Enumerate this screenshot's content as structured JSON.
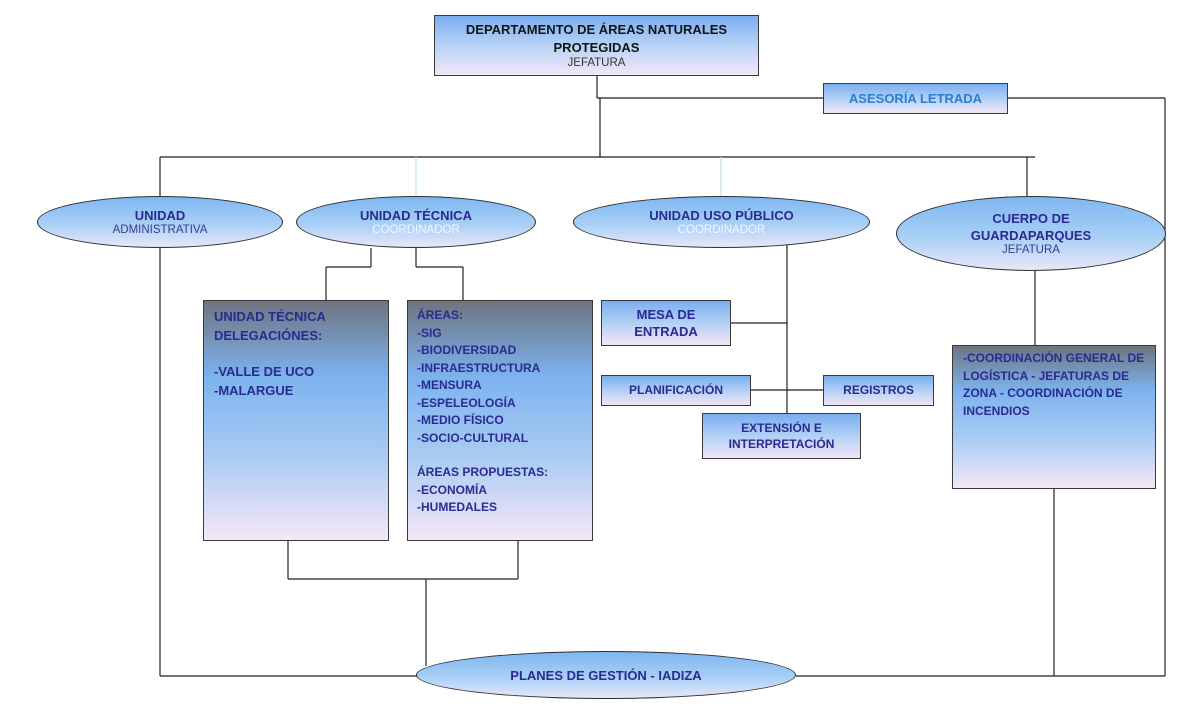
{
  "top": {
    "title_line1": "DEPARTAMENTO DE ÁREAS NATURALES",
    "title_line2": "PROTEGIDAS",
    "subtitle": "JEFATURA"
  },
  "asesoria": {
    "label": "ASESORÍA LETRADA"
  },
  "units": {
    "administrativa": {
      "title": "UNIDAD",
      "subtitle": "ADMINISTRATIVA"
    },
    "tecnica": {
      "title": "UNIDAD TÉCNICA",
      "subtitle": "COORDINADOR"
    },
    "uso_publico": {
      "title": "UNIDAD USO PÚBLICO",
      "subtitle": "COORDINADOR"
    },
    "guardaparques": {
      "title_line1": "CUERPO DE",
      "title_line2": "GUARDAPARQUES",
      "subtitle": "JEFATURA"
    }
  },
  "delegaciones": {
    "lines": [
      "UNIDAD TÉCNICA",
      "DELEGACIÓNES:",
      "",
      "-VALLE DE UCO",
      "-MALARGUE"
    ]
  },
  "areas": {
    "lines": [
      "ÁREAS:",
      "-SIG",
      "-BIODIVERSIDAD",
      "-INFRAESTRUCTURA",
      "-MENSURA",
      "-ESPELEOLOGÍA",
      "-MEDIO FÍSICO",
      "-SOCIO-CULTURAL",
      "",
      "ÁREAS PROPUESTAS:",
      "-ECONOMÍA",
      "-HUMEDALES"
    ]
  },
  "uso_publico_boxes": {
    "mesa_line1": "MESA DE",
    "mesa_line2": "ENTRADA",
    "planificacion": "PLANIFICACIÓN",
    "registros": "REGISTROS",
    "extension_line1": "EXTENSIÓN E",
    "extension_line2": "INTERPRETACIÓN"
  },
  "guardaparques_box": {
    "lines": [
      "-COORDINACIÓN GENERAL DE",
      "LOGÍSTICA",
      "",
      "- JEFATURAS DE ZONA",
      "",
      "- COORDINACIÓN DE",
      "INCENDIOS"
    ]
  },
  "planes": {
    "label": "PLANES DE GESTIÓN - IADIZA"
  }
}
